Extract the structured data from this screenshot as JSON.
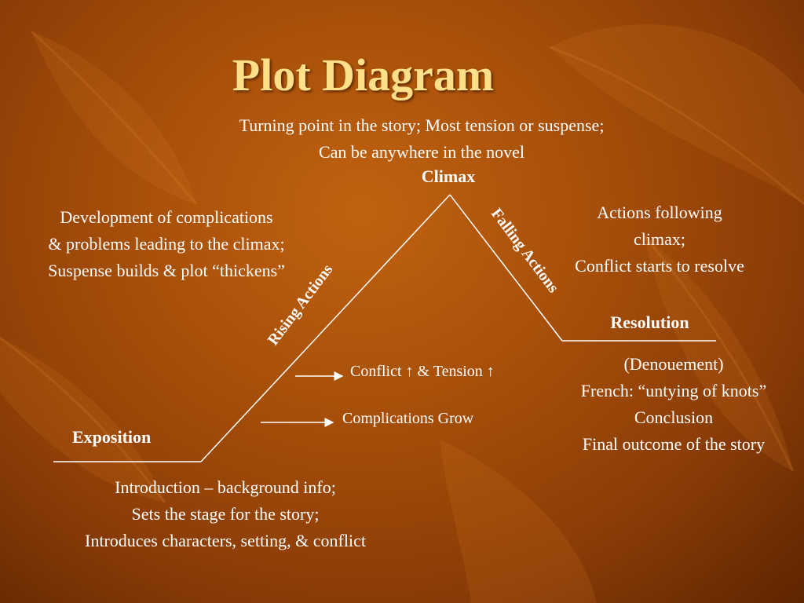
{
  "title": "Plot Diagram",
  "climax": {
    "label": "Climax",
    "description_lines": [
      "Turning point in the story; Most tension or suspense;",
      "Can be anywhere in the novel"
    ]
  },
  "rising": {
    "label": "Rising Actions",
    "description_lines": [
      "Development of complications",
      "& problems leading to the climax;",
      "Suspense builds & plot “thickens”"
    ],
    "arrow_notes": [
      "Conflict ↑ & Tension ↑",
      "Complications Grow"
    ]
  },
  "falling": {
    "label": "Falling Actions",
    "description_lines": [
      "Actions following",
      "climax;",
      "Conflict starts to resolve"
    ]
  },
  "exposition": {
    "label": "Exposition",
    "description_lines": [
      "Introduction – background info;",
      "Sets the stage for the story;",
      "Introduces characters, setting, & conflict"
    ]
  },
  "resolution": {
    "label": "Resolution",
    "description_lines": [
      "(Denouement)",
      "French: “untying of knots”",
      "Conclusion",
      "Final outcome of the story"
    ]
  },
  "colors": {
    "title": "#ffe08a",
    "text": "#ffffff",
    "background": "#a8500a"
  }
}
